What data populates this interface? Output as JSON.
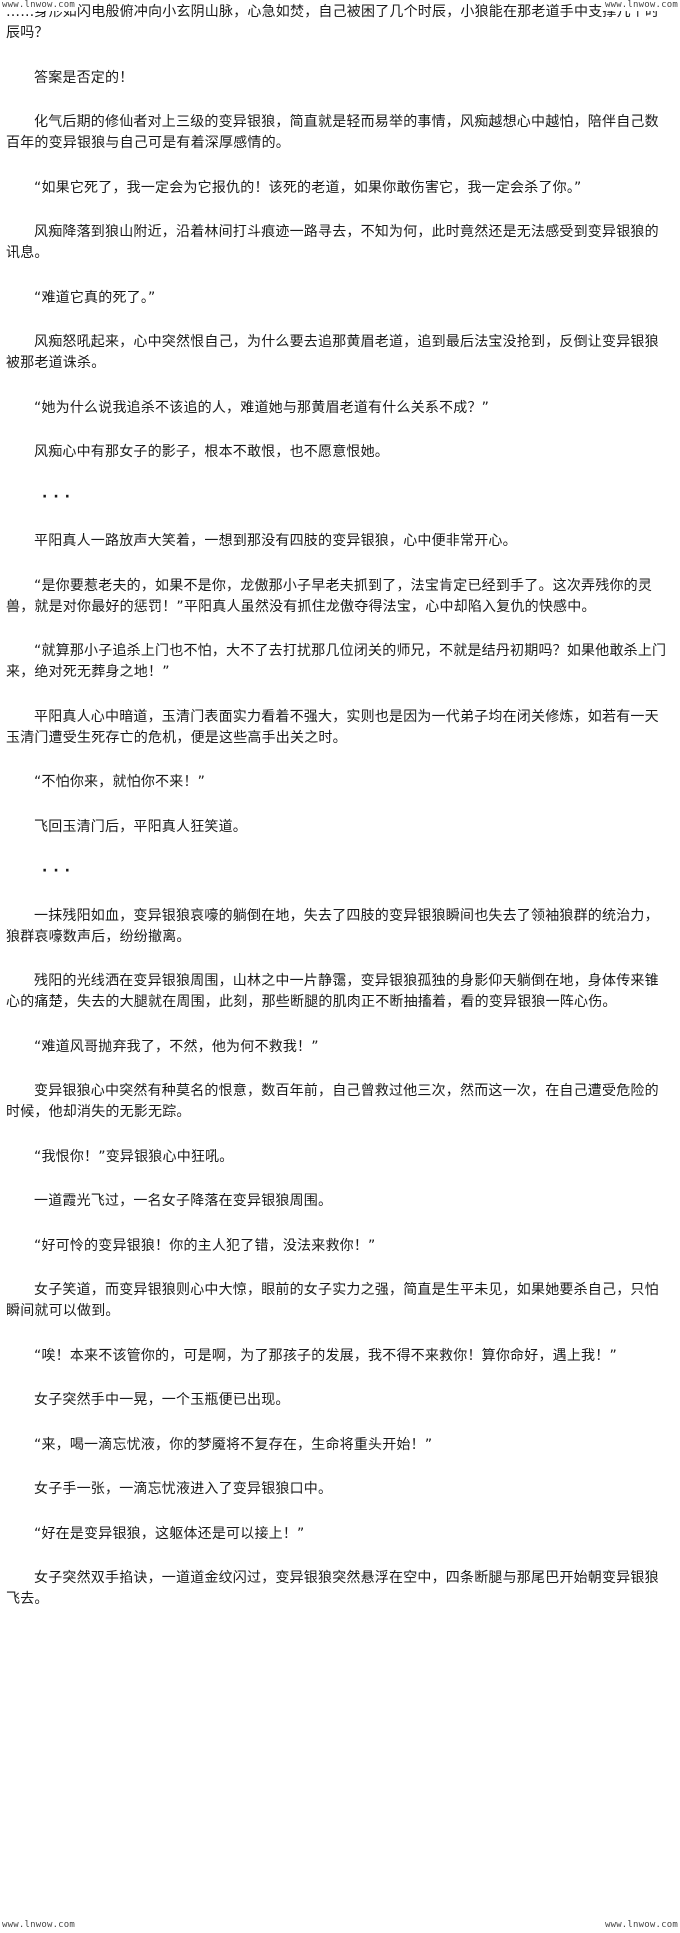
{
  "watermarks": {
    "top_left": "www.lnwow.com",
    "top_right": "www.lnwow.com",
    "bottom_left": "www.lnwow.com",
    "bottom_right": "www.lnwow.com"
  },
  "paragraphs": [
    {
      "type": "first",
      "text": "……身形如闪电般俯冲向小玄阴山脉，心急如焚，自己被困了几个时辰，小狼能在那老道手中支撑几个时辰吗？"
    },
    {
      "type": "text",
      "text": "答案是否定的！"
    },
    {
      "type": "text",
      "text": "化气后期的修仙者对上三级的变异银狼，简直就是轻而易举的事情，风痴越想心中越怕，陪伴自己数百年的变异银狼与自己可是有着深厚感情的。"
    },
    {
      "type": "text",
      "text": "“如果它死了，我一定会为它报仇的！该死的老道，如果你敢伤害它，我一定会杀了你。”"
    },
    {
      "type": "text",
      "text": "风痴降落到狼山附近，沿着林间打斗痕迹一路寻去，不知为何，此时竟然还是无法感受到变异银狼的讯息。"
    },
    {
      "type": "text",
      "text": "“难道它真的死了。”"
    },
    {
      "type": "text",
      "text": "风痴怒吼起来，心中突然恨自己，为什么要去追那黄眉老道，追到最后法宝没抢到，反倒让变异银狼被那老道诛杀。"
    },
    {
      "type": "text",
      "text": "“她为什么说我追杀不该追的人，难道她与那黄眉老道有什么关系不成？”"
    },
    {
      "type": "text",
      "text": "风痴心中有那女子的影子，根本不敢恨，也不愿意恨她。"
    },
    {
      "type": "sep",
      "text": "···"
    },
    {
      "type": "text",
      "text": "平阳真人一路放声大笑着，一想到那没有四肢的变异银狼，心中便非常开心。"
    },
    {
      "type": "text",
      "text": "“是你要惹老夫的，如果不是你，龙傲那小子早老夫抓到了，法宝肯定已经到手了。这次弄残你的灵兽，就是对你最好的惩罚！”平阳真人虽然没有抓住龙傲夺得法宝，心中却陷入复仇的快感中。"
    },
    {
      "type": "text",
      "text": "“就算那小子追杀上门也不怕，大不了去打扰那几位闭关的师兄，不就是结丹初期吗？如果他敢杀上门来，绝对死无葬身之地！”"
    },
    {
      "type": "text",
      "text": "平阳真人心中暗道，玉清门表面实力看着不强大，实则也是因为一代弟子均在闭关修炼，如若有一天玉清门遭受生死存亡的危机，便是这些高手出关之时。"
    },
    {
      "type": "text",
      "text": "“不怕你来，就怕你不来！”"
    },
    {
      "type": "text",
      "text": "飞回玉清门后，平阳真人狂笑道。"
    },
    {
      "type": "sep",
      "text": "···"
    },
    {
      "type": "text",
      "text": "一抹残阳如血，变异银狼哀嚎的躺倒在地，失去了四肢的变异银狼瞬间也失去了领袖狼群的统治力，狼群哀嚎数声后，纷纷撤离。"
    },
    {
      "type": "text",
      "text": "残阳的光线洒在变异银狼周围，山林之中一片静霭，变异银狼孤独的身影仰天躺倒在地，身体传来锥心的痛楚，失去的大腿就在周围，此刻，那些断腿的肌肉正不断抽搐着，看的变异银狼一阵心伤。"
    },
    {
      "type": "text",
      "text": "“难道风哥抛弃我了，不然，他为何不救我！”"
    },
    {
      "type": "text",
      "text": "变异银狼心中突然有种莫名的恨意，数百年前，自己曾救过他三次，然而这一次，在自己遭受危险的时候，他却消失的无影无踪。"
    },
    {
      "type": "text",
      "text": "“我恨你！”变异银狼心中狂吼。"
    },
    {
      "type": "text",
      "text": "一道霞光飞过，一名女子降落在变异银狼周围。"
    },
    {
      "type": "text",
      "text": "“好可怜的变异银狼！你的主人犯了错，没法来救你！”"
    },
    {
      "type": "text",
      "text": "女子笑道，而变异银狼则心中大惊，眼前的女子实力之强，简直是生平未见，如果她要杀自己，只怕瞬间就可以做到。"
    },
    {
      "type": "text",
      "text": "“唉！本来不该管你的，可是啊，为了那孩子的发展，我不得不来救你！算你命好，遇上我！”"
    },
    {
      "type": "text",
      "text": "女子突然手中一晃，一个玉瓶便已出现。"
    },
    {
      "type": "text",
      "text": "“来，喝一滴忘忧液，你的梦魇将不复存在，生命将重头开始！”"
    },
    {
      "type": "text",
      "text": "女子手一张，一滴忘忧液进入了变异银狼口中。"
    },
    {
      "type": "text",
      "text": "“好在是变异银狼，这躯体还是可以接上！”"
    },
    {
      "type": "text",
      "text": "女子突然双手掐诀，一道道金纹闪过，变异银狼突然悬浮在空中，四条断腿与那尾巴开始朝变异银狼飞去。"
    }
  ]
}
